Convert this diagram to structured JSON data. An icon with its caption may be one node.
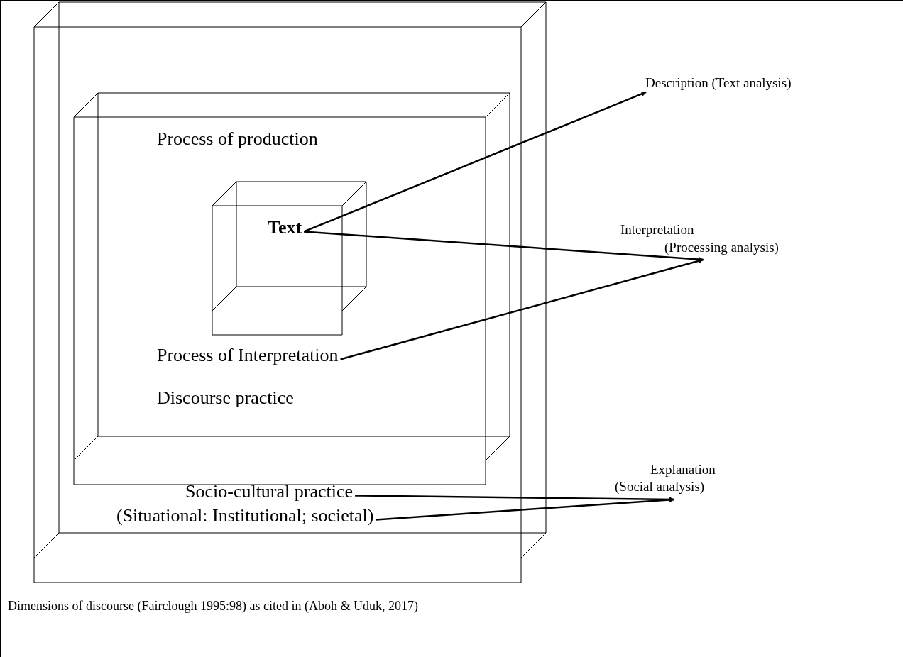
{
  "diagram": {
    "caption": "Dimensions of discourse (Fairclough 1995:98) as cited in (Aboh & Uduk, 2017)",
    "nodes": [
      {
        "text": [],
        "shape": "box"
      },
      {
        "text": [
          "Process of production",
          "Discourse practice"
        ],
        "in": 0
      },
      {
        "text": [],
        "shape": "box",
        "in": 1
      },
      {
        "text": [
          "Text"
        ],
        "in": 2
      },
      {
        "text": [
          "Process of Interpretation"
        ],
        "in": 1
      },
      {
        "text": [
          "Socio-cultural practice"
        ],
        "in": 0
      },
      {
        "text": [
          "(Situational: Institutional; societal)"
        ],
        "in": 0
      },
      {
        "text": [
          "Description (Text analysis)"
        ]
      },
      {
        "text": [
          "Interpretation",
          "(Processing analysis)"
        ]
      },
      {
        "text": [
          "Explanation",
          "(Social analysis)"
        ]
      }
    ],
    "edges": [
      {
        "from": 3,
        "to": 7,
        "arrow": "to"
      },
      {
        "from": 3,
        "to": 8,
        "arrow": "to"
      },
      {
        "from": 4,
        "to": 8,
        "arrow": "to"
      },
      {
        "from": 5,
        "to": 9,
        "arrow": "to"
      },
      {
        "from": 6,
        "to": 9,
        "arrow": "to"
      }
    ]
  }
}
